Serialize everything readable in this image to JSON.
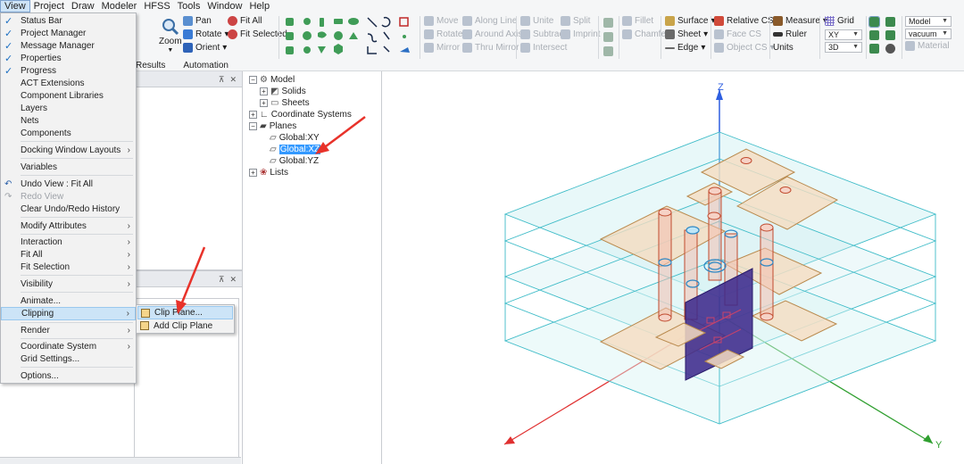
{
  "menubar": [
    "View",
    "Project",
    "Draw",
    "Modeler",
    "HFSS",
    "Tools",
    "Window",
    "Help"
  ],
  "ribbon": {
    "tabs": [
      "Results",
      "Automation"
    ],
    "zoom": "Zoom",
    "pan": "Pan",
    "rotate": "Rotate",
    "orient": "Orient",
    "fit_all": "Fit All",
    "fit_selected": "Fit Selected",
    "move": "Move",
    "rotate2": "Rotate",
    "mirror": "Mirror",
    "along_line": "Along Line",
    "around_axis": "Around Axis",
    "thru_mirror": "Thru Mirror",
    "unite": "Unite",
    "subtract": "Subtract",
    "intersect": "Intersect",
    "split": "Split",
    "imprint": "Imprint",
    "fillet": "Fillet",
    "chamfer": "Chamfer",
    "surface": "Surface",
    "sheet": "Sheet",
    "edge": "Edge",
    "relative_cs": "Relative CS",
    "face_cs": "Face CS",
    "object_cs": "Object CS",
    "measure": "Measure",
    "ruler": "Ruler",
    "units": "Units",
    "grid": "Grid",
    "grid_plane": "XY",
    "grid_mode": "3D",
    "model_combo": "Model",
    "material_combo": "vacuum",
    "material": "Material"
  },
  "view_menu": {
    "items": [
      {
        "label": "Status Bar",
        "checked": true
      },
      {
        "label": "Project Manager",
        "checked": true
      },
      {
        "label": "Message Manager",
        "checked": true
      },
      {
        "label": "Properties",
        "checked": true
      },
      {
        "label": "Progress",
        "checked": true
      },
      {
        "label": "ACT Extensions"
      },
      {
        "label": "Component Libraries"
      },
      {
        "label": "Layers"
      },
      {
        "label": "Nets"
      },
      {
        "label": "Components"
      },
      {
        "label": "Docking Window Layouts",
        "submenu": true
      },
      {
        "label": "Variables"
      },
      {
        "label": "Undo View : Fit All"
      },
      {
        "label": "Redo View",
        "disabled": true
      },
      {
        "label": "Clear Undo/Redo History"
      },
      {
        "label": "Modify Attributes",
        "submenu": true
      },
      {
        "label": "Interaction",
        "submenu": true
      },
      {
        "label": "Fit All",
        "submenu": true
      },
      {
        "label": "Fit Selection",
        "submenu": true
      },
      {
        "label": "Visibility",
        "submenu": true
      },
      {
        "label": "Animate..."
      },
      {
        "label": "Clipping",
        "submenu": true,
        "highlighted": true
      },
      {
        "label": "Render",
        "submenu": true
      },
      {
        "label": "Coordinate System",
        "submenu": true
      },
      {
        "label": "Grid Settings..."
      },
      {
        "label": "Options..."
      }
    ]
  },
  "clipping_submenu": {
    "items": [
      "Clip Plane...",
      "Add Clip Plane"
    ]
  },
  "tree": {
    "model": "Model",
    "solids": "Solids",
    "sheets": "Sheets",
    "coordinate_systems": "Coordinate Systems",
    "planes": "Planes",
    "global_xy": "Global:XY",
    "global_xz": "Global:XZ",
    "global_yz": "Global:YZ",
    "lists": "Lists"
  },
  "axes": {
    "z": "Z",
    "y": "Y"
  },
  "colors": {
    "accent": "#3399ff",
    "menu_highlight": "#cce4f7",
    "annotation_arrow": "#e8322a",
    "box_edge": "#3fbcc8",
    "pad_fill": "#f5dcc0",
    "pad_edge": "#b98a4e",
    "clip_plane": "#3d2a8c"
  }
}
